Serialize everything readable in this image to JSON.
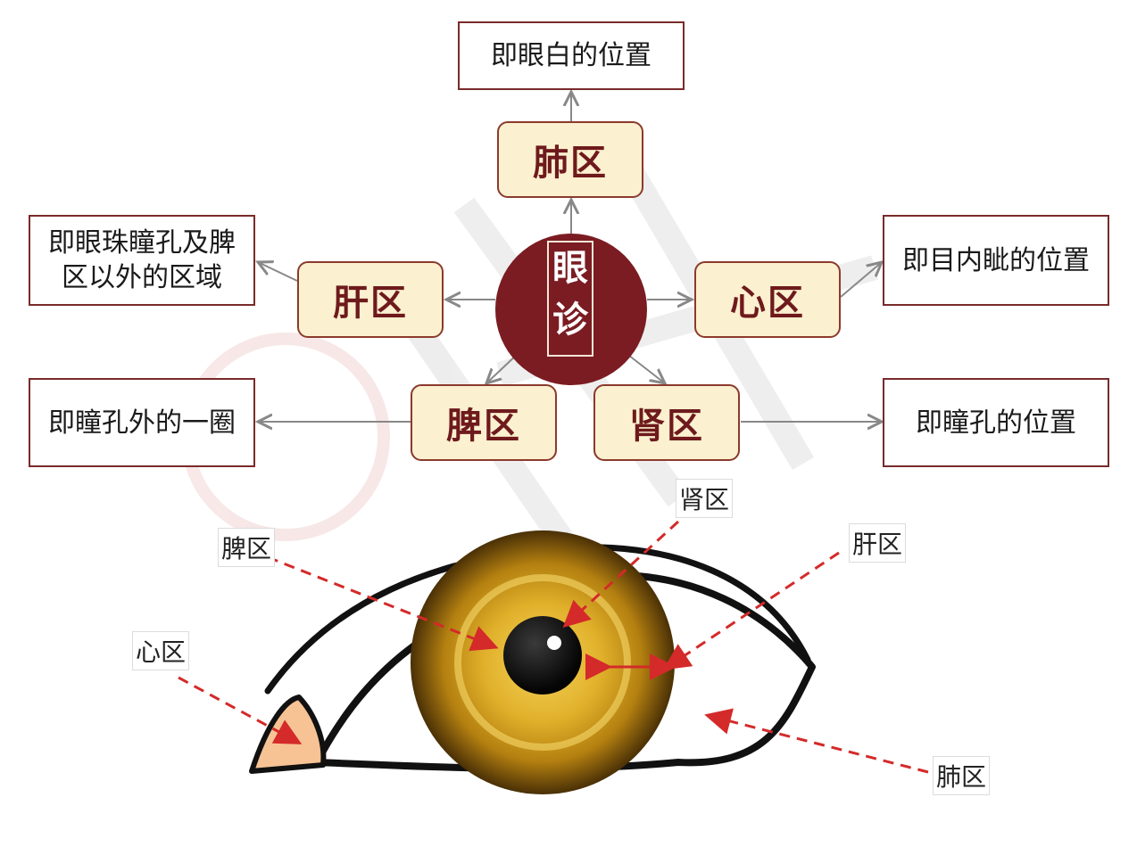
{
  "center": {
    "line1": "眼",
    "line2": "诊"
  },
  "zones": {
    "lung": "肺区",
    "liver": "肝区",
    "heart": "心区",
    "spleen": "脾区",
    "kidney": "肾区"
  },
  "descriptions": {
    "lung": "即眼白的位置",
    "liver": "即眼珠瞳孔及脾区以外的区域",
    "heart": "即目内眦的位置",
    "spleen": "即瞳孔外的一圈",
    "kidney": "即瞳孔的位置"
  },
  "eye_labels": {
    "kidney": "肾区",
    "spleen": "脾区",
    "liver": "肝区",
    "heart": "心区",
    "lung": "肺区"
  },
  "colors": {
    "zone_fill": "#fbf0cf",
    "zone_border": "#8b3a2c",
    "zone_text": "#6e1a1d",
    "center_fill": "#7a1c22",
    "arrow_gray": "#888888",
    "eye_arrow_red": "#d42a2a",
    "iris": "#c79a18"
  }
}
